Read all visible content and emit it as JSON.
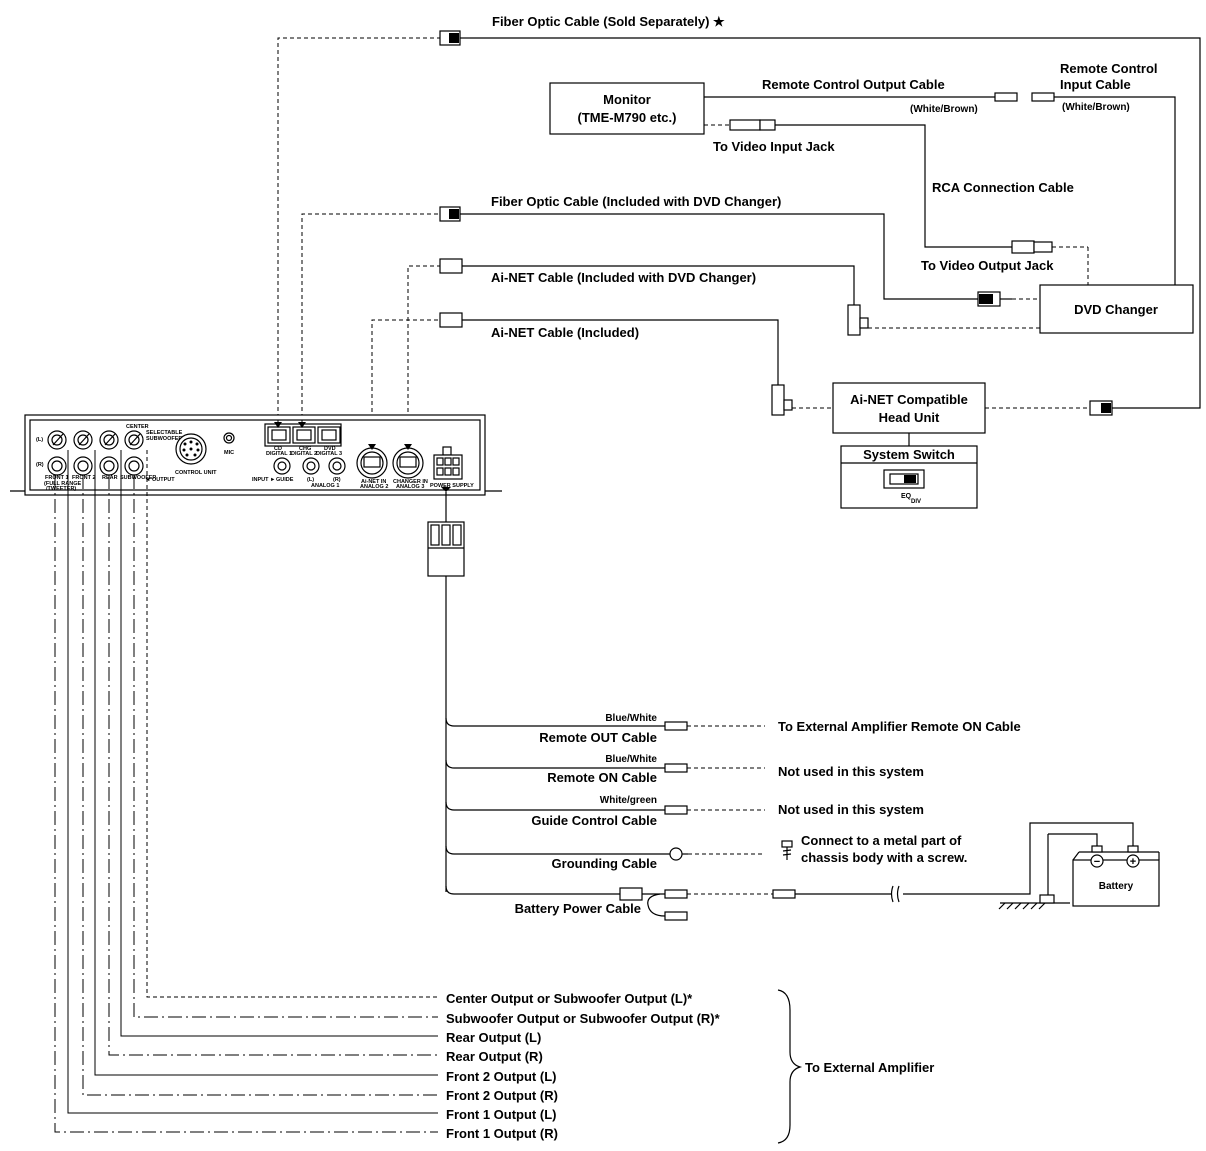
{
  "labels": {
    "fiber_sold": "Fiber Optic Cable (Sold Separately) ★",
    "remote_out_cable": "Remote Control Output Cable",
    "white_brown_1": "(White/Brown)",
    "remote_in_cable_1": "Remote Control",
    "remote_in_cable_2": "Input Cable",
    "white_brown_2": "(White/Brown)",
    "monitor_1": "Monitor",
    "monitor_2": "(TME-M790 etc.)",
    "video_in": "To Video Input Jack",
    "rca_cable": "RCA Connection Cable",
    "fiber_dvd": "Fiber Optic Cable (Included with DVD Changer)",
    "video_out": "To Video Output Jack",
    "ainet_dvd": "Ai-NET Cable (Included with DVD Changer)",
    "dvd_changer": "DVD Changer",
    "ainet_incl": "Ai-NET Cable (Included)",
    "head_unit_1": "Ai-NET Compatible",
    "head_unit_2": "Head Unit",
    "system_switch": "System Switch",
    "eq": "EQ",
    "div": "DIV"
  },
  "panel": {
    "l": "(L)",
    "r": "(R)",
    "center": "CENTER",
    "selectable_1": "SELECTABLE",
    "selectable_2": "SUBWOOFER",
    "front1_1": "FRONT 1",
    "front1_2": "(FULL RANGE",
    "front1_3": "/TWEETER)",
    "front2": "FRONT 2",
    "rear": "REAR",
    "subwoofer": "SUBWOOFER",
    "output": "◄ OUTPUT",
    "control_unit": "CONTROL UNIT",
    "mic": "MIC",
    "cd_1": "CD",
    "cd_2": "DIGITAL 1",
    "chg_1": "CHG",
    "chg_2": "DIGITAL 2",
    "dvd_1": "DVD",
    "dvd_2": "DIGITAL 3",
    "input": "INPUT ►",
    "guide": "GUIDE",
    "analog_l": "(L)",
    "analog_r": "(R)",
    "analog1": "ANALOG 1",
    "ainet_in_1": "Ai-NET IN",
    "ainet_in_2": "ANALOG 2",
    "changer_in_1": "CHANGER IN",
    "changer_in_2": "ANALOG 3",
    "power_supply": "POWER SUPPLY"
  },
  "harness": {
    "color_1": "Blue/White",
    "cable_1": "Remote OUT Cable",
    "dest_1": "To External Amplifier Remote ON Cable",
    "color_2": "Blue/White",
    "cable_2": "Remote ON Cable",
    "dest_2": "Not used in this system",
    "color_3": "White/green",
    "cable_3": "Guide Control Cable",
    "dest_3": "Not used in this system",
    "cable_4": "Grounding Cable",
    "dest_4a": "Connect to a metal part of",
    "dest_4b": "chassis body with a screw.",
    "cable_5": "Battery Power Cable",
    "battery": "Battery",
    "plus": "+",
    "minus": "−"
  },
  "outputs": {
    "items": [
      "Center Output or Subwoofer Output (L)*",
      "Subwoofer Output or Subwoofer Output (R)*",
      "Rear Output (L)",
      "Rear Output (R)",
      "Front 2 Output (L)",
      "Front 2 Output (R)",
      "Front 1 Output (L)",
      "Front 1 Output (R)"
    ],
    "to_amp": "To External Amplifier"
  }
}
